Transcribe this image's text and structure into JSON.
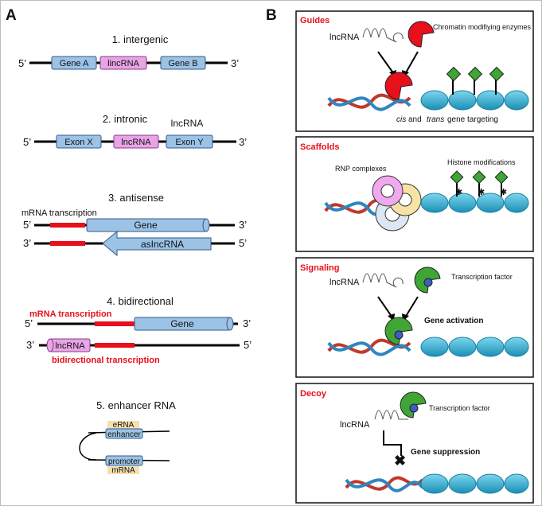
{
  "panel_a": {
    "label": "A",
    "intergenic": {
      "title": "1. intergenic",
      "five": "5’",
      "three": "3’",
      "gene_a": "Gene A",
      "lincrna": "lincRNA",
      "gene_b": "Gene B"
    },
    "intronic": {
      "title": "2. intronic",
      "above": "lncRNA",
      "five": "5’",
      "three": "3’",
      "exon_x": "Exon X",
      "lncrna": "lncRNA",
      "exon_y": "Exon Y"
    },
    "antisense": {
      "title": "3. antisense",
      "mrna": "mRNA transcription",
      "five_top": "5’",
      "three_top": "3’",
      "gene": "Gene",
      "three_bot": "3’",
      "five_bot": "5’",
      "as_lncrna": "asIncRNA"
    },
    "bidirectional": {
      "title": "4. bidirectional",
      "mrna": "mRNA transcription",
      "five_top": "5’",
      "three_top": "3’",
      "gene": "Gene",
      "three_bot": "3’",
      "five_bot": "5’",
      "lncrna": "lncRNA",
      "bidir": "bidirectional transcription"
    },
    "enhancer": {
      "title": "5. enhancer RNA",
      "erna": "eRNA",
      "enhancer": "enhancer",
      "promoter": "promoter",
      "mrna": "mRNA"
    }
  },
  "panel_b": {
    "label": "B",
    "guides": {
      "title": "Guides",
      "lncrna": "lncRNA",
      "enzymes": "Chromatin modifiying enzymes",
      "targeting_cis": "cis",
      "targeting_and": "and",
      "targeting_trans": "trans",
      "targeting_rest": "gene targeting"
    },
    "scaffolds": {
      "title": "Scaffolds",
      "rnp": "RNP complexes",
      "histone": "Histone modifications"
    },
    "signaling": {
      "title": "Signaling",
      "lncrna": "lncRNA",
      "tf": "Transcription factor",
      "activation": "Gene activation"
    },
    "decoy": {
      "title": "Decoy",
      "lncrna": "lncRNA",
      "tf": "Transcription factor",
      "suppression": "Gene suppression"
    }
  },
  "colors": {
    "blue_box": "#9cc3e6",
    "pink_box": "#e8a5e6",
    "red": "#e8101b",
    "green": "#3fa535",
    "nucleosome": "#2aa7c9"
  }
}
